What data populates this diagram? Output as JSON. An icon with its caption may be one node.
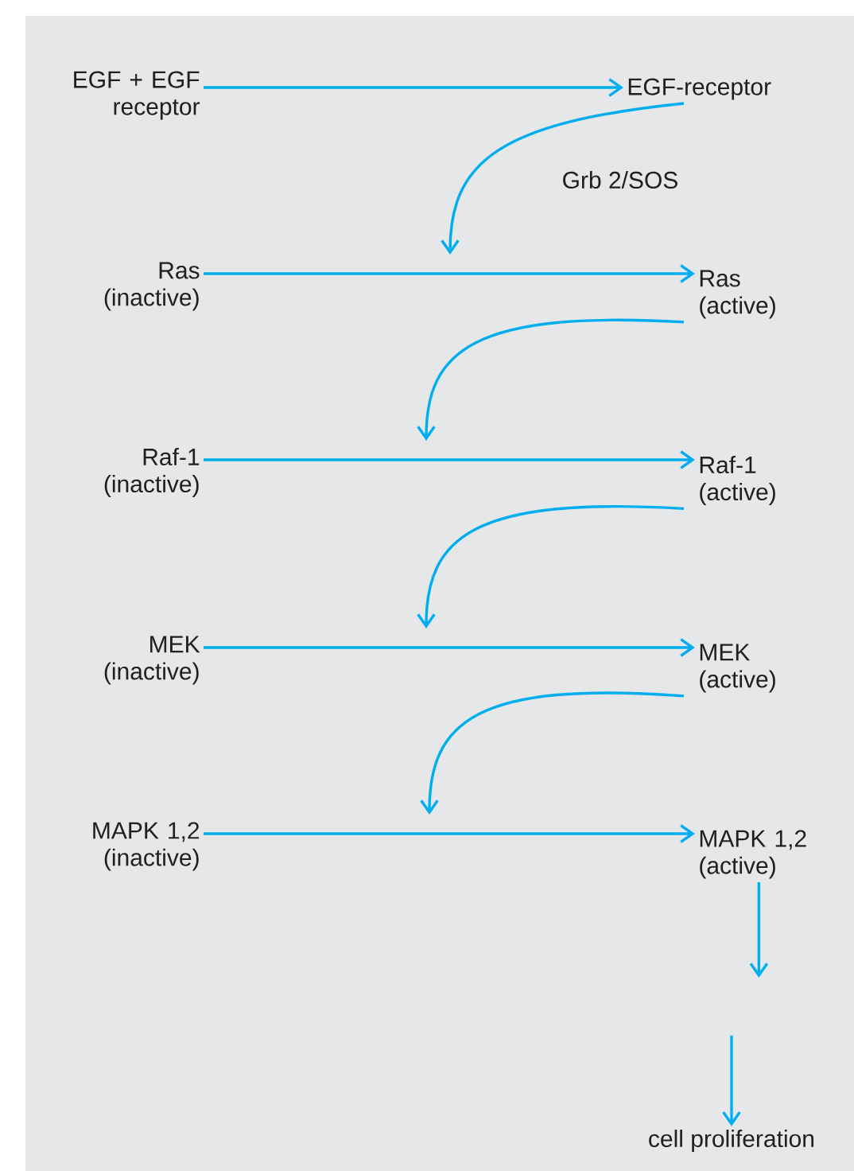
{
  "diagram": {
    "nodes": [
      {
        "text": [
          "EGF + EGF receptor"
        ]
      },
      {
        "text": [
          "EGF-receptor"
        ]
      },
      {
        "text": [
          "Ras (inactive)"
        ]
      },
      {
        "text": [
          "Ras (active)"
        ]
      },
      {
        "text": [
          "Raf-1 (inactive)"
        ]
      },
      {
        "text": [
          "Raf-1 (active)"
        ]
      },
      {
        "text": [
          "MEK (inactive)"
        ]
      },
      {
        "text": [
          "MEK (active)"
        ]
      },
      {
        "text": [
          "MAPK 1,2 (inactive)"
        ]
      },
      {
        "text": [
          "MAPK 1,2 (active)"
        ]
      },
      {
        "text": [
          "cell proliferation"
        ]
      }
    ],
    "edges": [
      {
        "from": 0,
        "to": 1,
        "arrow": "to"
      },
      {
        "from": 1,
        "to": null,
        "arrow": "to",
        "label": "Grb 2/SOS"
      },
      {
        "from": 2,
        "to": 3,
        "arrow": "to"
      },
      {
        "from": 3,
        "to": null,
        "arrow": "to"
      },
      {
        "from": 4,
        "to": 5,
        "arrow": "to"
      },
      {
        "from": 5,
        "to": null,
        "arrow": "to"
      },
      {
        "from": 6,
        "to": 7,
        "arrow": "to"
      },
      {
        "from": 7,
        "to": null,
        "arrow": "to"
      },
      {
        "from": 8,
        "to": 9,
        "arrow": "to"
      },
      {
        "from": 9,
        "to": null,
        "arrow": "to"
      },
      {
        "from": null,
        "to": 10,
        "arrow": "to"
      }
    ]
  }
}
